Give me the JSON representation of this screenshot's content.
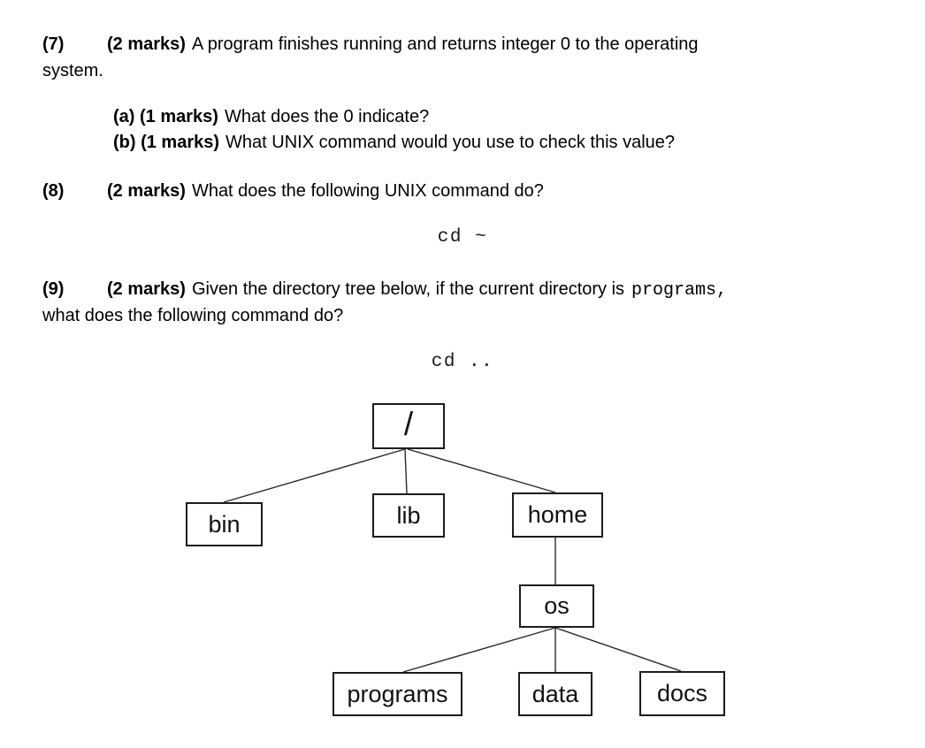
{
  "questions": {
    "q7": {
      "num": "(7)",
      "marks": "(2 marks)",
      "text": "A program finishes running and returns integer 0 to the operating",
      "text_cont": "system.",
      "sub_a_label": "(a) (1 marks)",
      "sub_a_text": "What does the 0 indicate?",
      "sub_b_label": "(b) (1 marks)",
      "sub_b_text": "What UNIX command would you use to check this value?"
    },
    "q8": {
      "num": "(8)",
      "marks": "(2 marks)",
      "text": "What does the following UNIX command do?",
      "command": "cd ~"
    },
    "q9": {
      "num": "(9)",
      "marks": "(2 marks)",
      "text": "Given the directory tree below, if the current directory is",
      "code_word": "programs,",
      "text_cont": "what does the following command do?",
      "command": "cd .."
    }
  },
  "tree": {
    "nodes": {
      "root": "/",
      "bin": "bin",
      "lib": "lib",
      "home": "home",
      "os": "os",
      "programs": "programs",
      "data": "data",
      "docs": "docs"
    }
  },
  "colors": {
    "text": "#000000",
    "background": "#ffffff",
    "box_border": "#1c1c1c",
    "edge_line": "#2a2a2a"
  }
}
